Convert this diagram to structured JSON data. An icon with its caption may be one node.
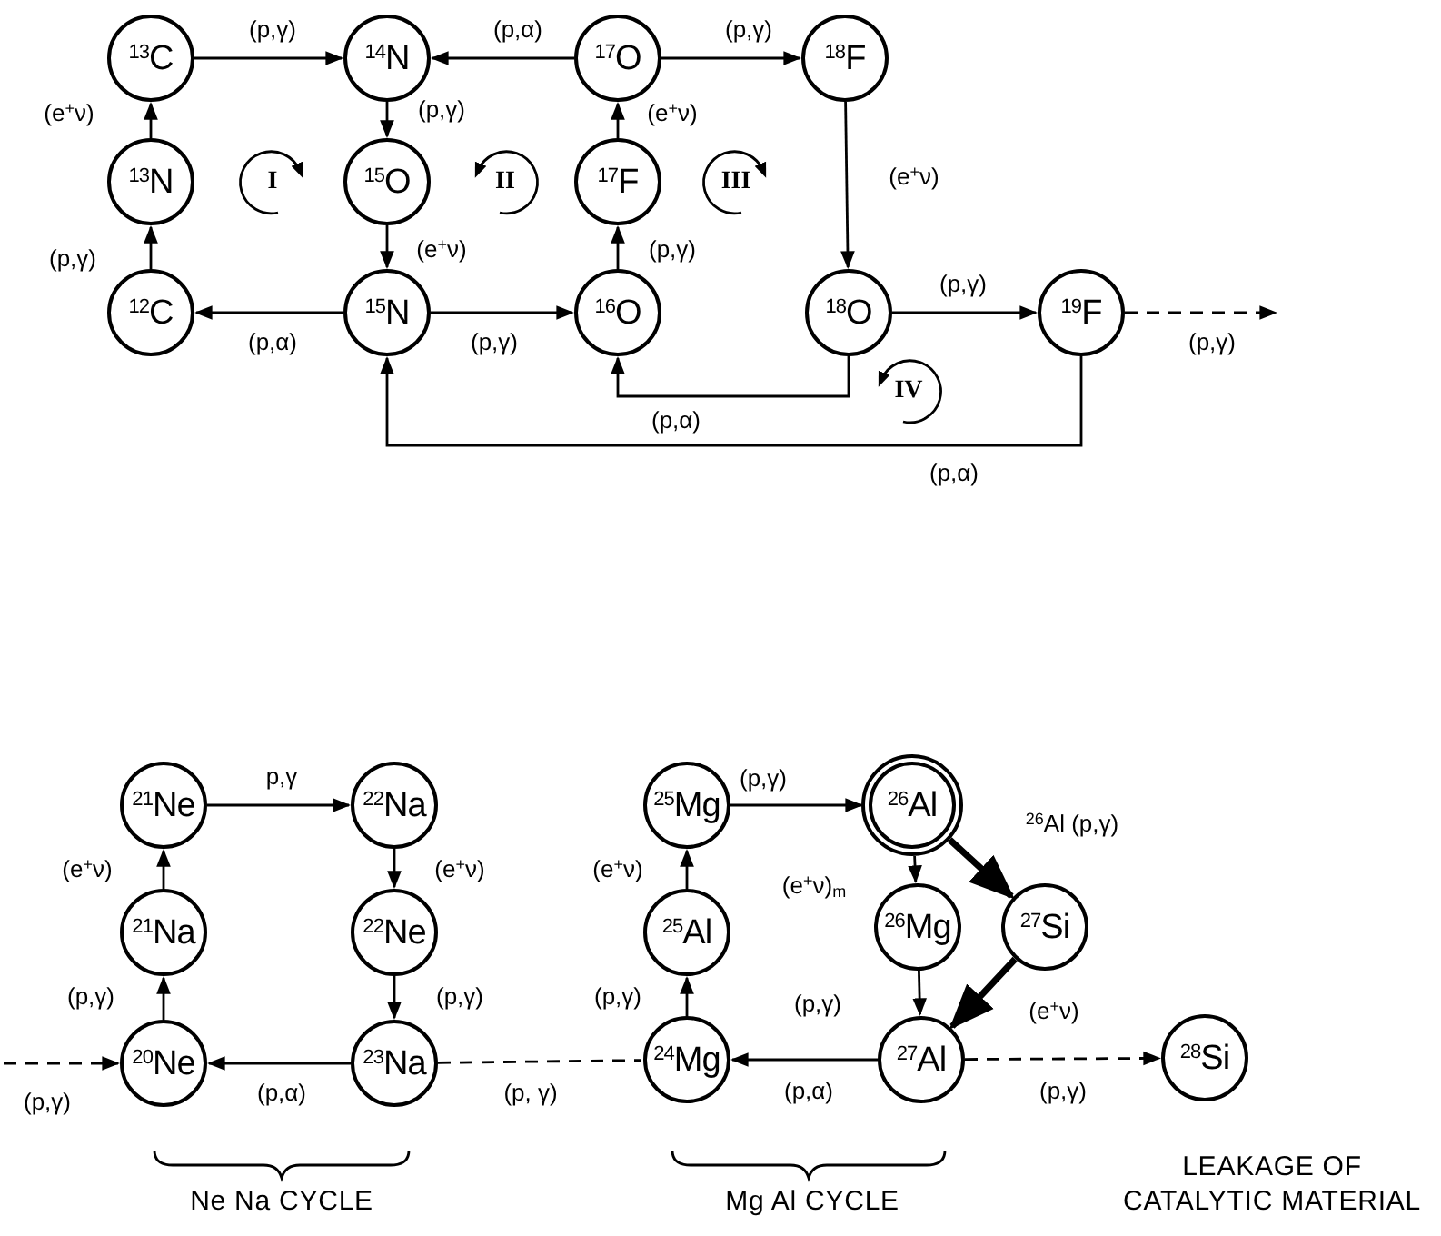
{
  "diagram": {
    "nodes": [
      {
        "text": [
          "$^{13}$C"
        ]
      },
      {
        "text": [
          "$^{14}$N"
        ]
      },
      {
        "text": [
          "$^{17}$O"
        ]
      },
      {
        "text": [
          "$^{18}$F"
        ]
      },
      {
        "text": [
          "$^{13}$N"
        ]
      },
      {
        "text": [
          "$^{15}$O"
        ]
      },
      {
        "text": [
          "$^{17}$F"
        ]
      },
      {
        "text": [
          "$^{12}$C"
        ]
      },
      {
        "text": [
          "$^{15}$N"
        ]
      },
      {
        "text": [
          "$^{16}$O"
        ]
      },
      {
        "text": [
          "$^{18}$O"
        ]
      },
      {
        "text": [
          "$^{19}$F"
        ]
      },
      {
        "text": [
          "$^{21}$Ne"
        ]
      },
      {
        "text": [
          "$^{22}$Na"
        ]
      },
      {
        "text": [
          "$^{25}$Mg"
        ]
      },
      {
        "text": [
          "$^{26}$Al"
        ]
      },
      {
        "text": [
          "$^{21}$Na"
        ]
      },
      {
        "text": [
          "$^{22}$Ne"
        ]
      },
      {
        "text": [
          "$^{25}$Al"
        ]
      },
      {
        "text": [
          "$^{26}$Mg"
        ]
      },
      {
        "text": [
          "$^{27}$Si"
        ]
      },
      {
        "text": [
          "$^{20}$Ne"
        ]
      },
      {
        "text": [
          "$^{23}$Na"
        ]
      },
      {
        "text": [
          "$^{24}$Mg"
        ]
      },
      {
        "text": [
          "$^{27}$Al"
        ]
      },
      {
        "text": [
          "$^{28}$Si"
        ]
      }
    ],
    "edges": [
      {
        "from": 0,
        "to": 1,
        "arrow": "to",
        "label": "(p,γ)"
      },
      {
        "from": 2,
        "to": 1,
        "arrow": "to",
        "label": "(p,α)"
      },
      {
        "from": 2,
        "to": 3,
        "arrow": "to",
        "label": "(p,γ)"
      },
      {
        "from": 4,
        "to": 0,
        "arrow": "to",
        "label": "(e$^{+}$ν)"
      },
      {
        "from": 1,
        "to": 5,
        "arrow": "to",
        "label": "(p,γ)"
      },
      {
        "from": 6,
        "to": 2,
        "arrow": "to",
        "label": "(e$^{+}$ν)"
      },
      {
        "from": 3,
        "to": 10,
        "arrow": "to",
        "label": "(e$^{+}$ν)"
      },
      {
        "from": 7,
        "to": 4,
        "arrow": "to",
        "label": "(p,γ)"
      },
      {
        "from": 5,
        "to": 8,
        "arrow": "to",
        "label": "(e$^{+}$ν)"
      },
      {
        "from": 9,
        "to": 6,
        "arrow": "to",
        "label": "(p,γ)"
      },
      {
        "from": 8,
        "to": 7,
        "arrow": "to",
        "label": "(p,α)"
      },
      {
        "from": 8,
        "to": 9,
        "arrow": "to",
        "label": "(p,γ)"
      },
      {
        "from": 10,
        "to": 11,
        "arrow": "to",
        "label": "(p,γ)"
      },
      {
        "from": 10,
        "to": 9,
        "arrow": "to",
        "label": "(p,α)"
      },
      {
        "from": 11,
        "to": 8,
        "arrow": "to",
        "label": "(p,α)"
      },
      {
        "from": 11,
        "to": null,
        "arrow": "to",
        "label": "(p,γ)",
        "style": "dashed"
      },
      {
        "from": 12,
        "to": 13,
        "arrow": "to",
        "label": "p,γ"
      },
      {
        "from": 16,
        "to": 12,
        "arrow": "to",
        "label": "(e$^{+}$ν)"
      },
      {
        "from": 13,
        "to": 17,
        "arrow": "to",
        "label": "(e$^{+}$ν)"
      },
      {
        "from": 21,
        "to": 16,
        "arrow": "to",
        "label": "(p,γ)"
      },
      {
        "from": 17,
        "to": 22,
        "arrow": "to",
        "label": "(p,γ)"
      },
      {
        "from": 22,
        "to": 21,
        "arrow": "to",
        "label": "(p,α)"
      },
      {
        "from": null,
        "to": 21,
        "arrow": "to",
        "label": "(p,γ)",
        "style": "dashed"
      },
      {
        "from": 22,
        "to": 23,
        "arrow": "none",
        "label": "(p, γ)",
        "style": "dashed"
      },
      {
        "from": 14,
        "to": 15,
        "arrow": "to",
        "label": "(p,γ)"
      },
      {
        "from": 18,
        "to": 14,
        "arrow": "to",
        "label": "(e$^{+}$ν)"
      },
      {
        "from": 15,
        "to": 19,
        "arrow": "to",
        "label": "(e$^{+}$ν)$_{m}$"
      },
      {
        "from": 15,
        "to": 20,
        "arrow": "to",
        "label": "$^{26}$Al (p,γ)",
        "style": "thick"
      },
      {
        "from": 23,
        "to": 18,
        "arrow": "to",
        "label": "(p,γ)"
      },
      {
        "from": 19,
        "to": 24,
        "arrow": "to",
        "label": "(p,γ)"
      },
      {
        "from": 20,
        "to": 24,
        "arrow": "to",
        "label": "(e$^{+}$ν)",
        "style": "thick"
      },
      {
        "from": 24,
        "to": 23,
        "arrow": "to",
        "label": "(p,α)"
      },
      {
        "from": 24,
        "to": 25,
        "arrow": "to",
        "label": "(p,γ)",
        "style": "dashed"
      }
    ],
    "labels": [
      "I",
      "II",
      "III",
      "IV",
      "Ne Na CYCLE",
      "Mg Al CYCLE",
      "LEAKAGE OF CATALYTIC MATERIAL"
    ]
  }
}
